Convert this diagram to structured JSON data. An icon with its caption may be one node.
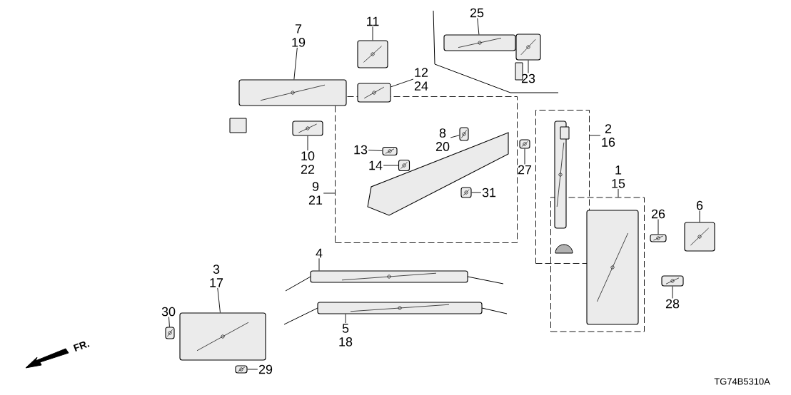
{
  "diagram": {
    "nodes": [
      {
        "text": [
          "7",
          "19"
        ]
      },
      {
        "text": [],
        "shape": "picture"
      },
      {
        "text": [
          "11"
        ]
      },
      {
        "text": [],
        "shape": "picture"
      },
      {
        "text": [
          "12",
          "24"
        ]
      },
      {
        "text": [],
        "shape": "picture"
      },
      {
        "text": [
          "10",
          "22"
        ]
      },
      {
        "text": [],
        "shape": "picture"
      },
      {
        "text": [
          "25"
        ]
      },
      {
        "text": [],
        "shape": "picture"
      },
      {
        "text": [
          "23"
        ]
      },
      {
        "text": [],
        "shape": "picture"
      },
      {
        "text": [],
        "shape": "box"
      },
      {
        "text": [
          "9",
          "21"
        ]
      },
      {
        "text": [
          "8",
          "20"
        ],
        "in": 12
      },
      {
        "text": [],
        "shape": "picture",
        "in": 12
      },
      {
        "text": [
          "13"
        ],
        "in": 12
      },
      {
        "text": [],
        "shape": "picture",
        "in": 12
      },
      {
        "text": [
          "14"
        ],
        "in": 12
      },
      {
        "text": [],
        "shape": "picture",
        "in": 12
      },
      {
        "text": [
          "31"
        ],
        "in": 12
      },
      {
        "text": [],
        "shape": "picture",
        "in": 12
      },
      {
        "text": [
          "27"
        ]
      },
      {
        "text": [],
        "shape": "picture"
      },
      {
        "text": [],
        "shape": "box"
      },
      {
        "text": [
          "2",
          "16"
        ]
      },
      {
        "text": [],
        "shape": "picture",
        "in": 24
      },
      {
        "text": [],
        "shape": "box"
      },
      {
        "text": [
          "1",
          "15"
        ]
      },
      {
        "text": [],
        "shape": "picture",
        "in": 27
      },
      {
        "text": [
          "26"
        ]
      },
      {
        "text": [],
        "shape": "picture"
      },
      {
        "text": [
          "6"
        ]
      },
      {
        "text": [],
        "shape": "picture"
      },
      {
        "text": [],
        "shape": "picture"
      },
      {
        "text": [
          "28"
        ]
      },
      {
        "text": [
          "4"
        ]
      },
      {
        "text": [],
        "shape": "picture"
      },
      {
        "text": [
          "5",
          "18"
        ]
      },
      {
        "text": [],
        "shape": "picture"
      },
      {
        "text": [
          "3",
          "17"
        ]
      },
      {
        "text": [],
        "shape": "picture"
      },
      {
        "text": [
          "30"
        ]
      },
      {
        "text": [],
        "shape": "picture"
      },
      {
        "text": [],
        "shape": "picture"
      },
      {
        "text": [
          "29"
        ]
      }
    ],
    "edges": [
      {
        "from": 0,
        "to": 1,
        "arrow": "none"
      },
      {
        "from": 2,
        "to": 3,
        "arrow": "none"
      },
      {
        "from": 4,
        "to": 5,
        "arrow": "none"
      },
      {
        "from": 6,
        "to": 7,
        "arrow": "none"
      },
      {
        "from": 8,
        "to": 9,
        "arrow": "none"
      },
      {
        "from": 10,
        "to": 11,
        "arrow": "none"
      },
      {
        "from": 13,
        "to": 12,
        "arrow": "none"
      },
      {
        "from": 14,
        "to": 15,
        "arrow": "none"
      },
      {
        "from": 16,
        "to": 17,
        "arrow": "none"
      },
      {
        "from": 18,
        "to": 19,
        "arrow": "none"
      },
      {
        "from": 20,
        "to": 21,
        "arrow": "none"
      },
      {
        "from": 22,
        "to": 23,
        "arrow": "none"
      },
      {
        "from": 25,
        "to": 24,
        "arrow": "none"
      },
      {
        "from": 28,
        "to": 27,
        "arrow": "none"
      },
      {
        "from": 30,
        "to": 31,
        "arrow": "none"
      },
      {
        "from": 32,
        "to": 33,
        "arrow": "none"
      },
      {
        "from": 35,
        "to": 34,
        "arrow": "none"
      },
      {
        "from": 36,
        "to": 37,
        "arrow": "none"
      },
      {
        "from": 38,
        "to": 39,
        "arrow": "none"
      },
      {
        "from": 40,
        "to": 41,
        "arrow": "none"
      },
      {
        "from": 42,
        "to": 43,
        "arrow": "none"
      },
      {
        "from": 45,
        "to": 44,
        "arrow": "none"
      }
    ],
    "labels": [
      "FR.",
      "TG74B5310A"
    ]
  }
}
